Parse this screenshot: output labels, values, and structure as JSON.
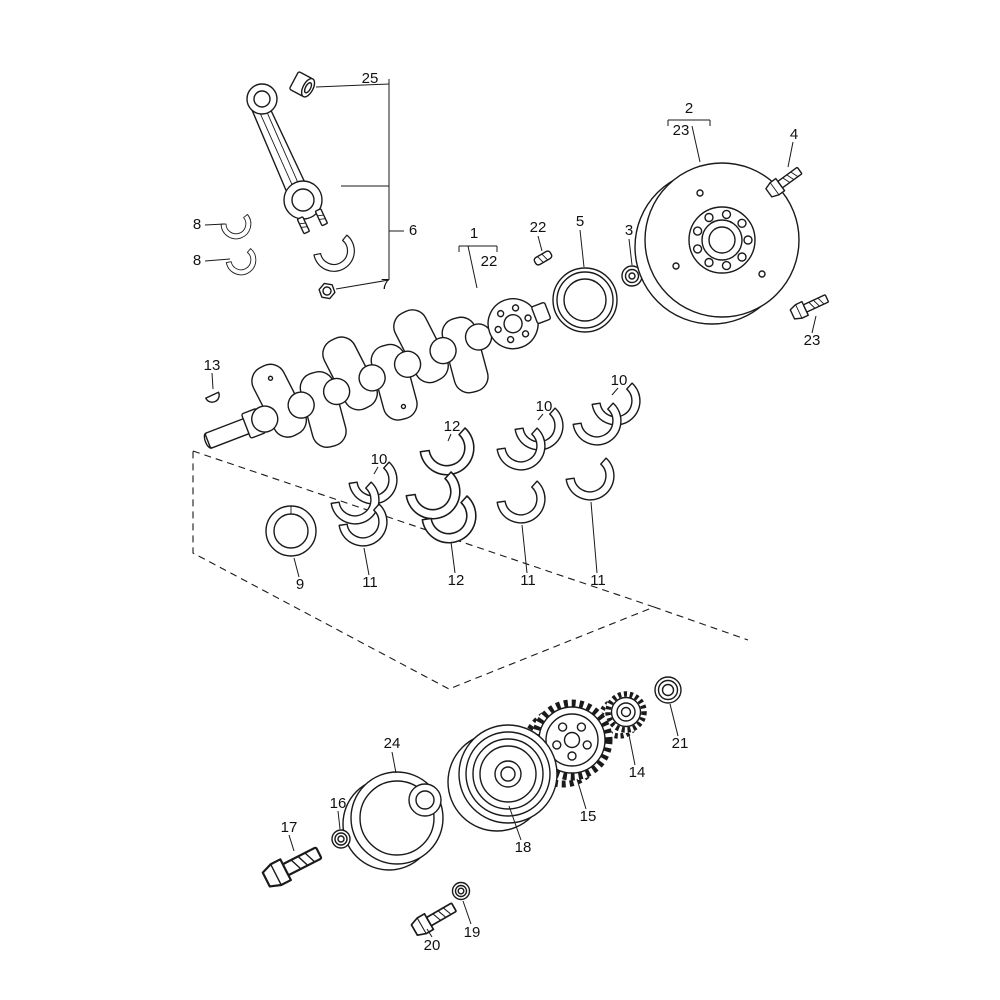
{
  "diagram": {
    "type": "exploded-parts-diagram",
    "subject": "crankshaft, bearings, flywheel and pulley assembly",
    "background": "#ffffff",
    "line_color": "#1a1a1a",
    "part_labels": [
      "25",
      "8",
      "8",
      "6",
      "7",
      "1",
      "22",
      "22",
      "5",
      "3",
      "2",
      "23",
      "4",
      "23",
      "13",
      "10",
      "10",
      "12",
      "10",
      "9",
      "11",
      "12",
      "11",
      "11",
      "24",
      "16",
      "17",
      "18",
      "15",
      "14",
      "21",
      "19",
      "20"
    ]
  }
}
